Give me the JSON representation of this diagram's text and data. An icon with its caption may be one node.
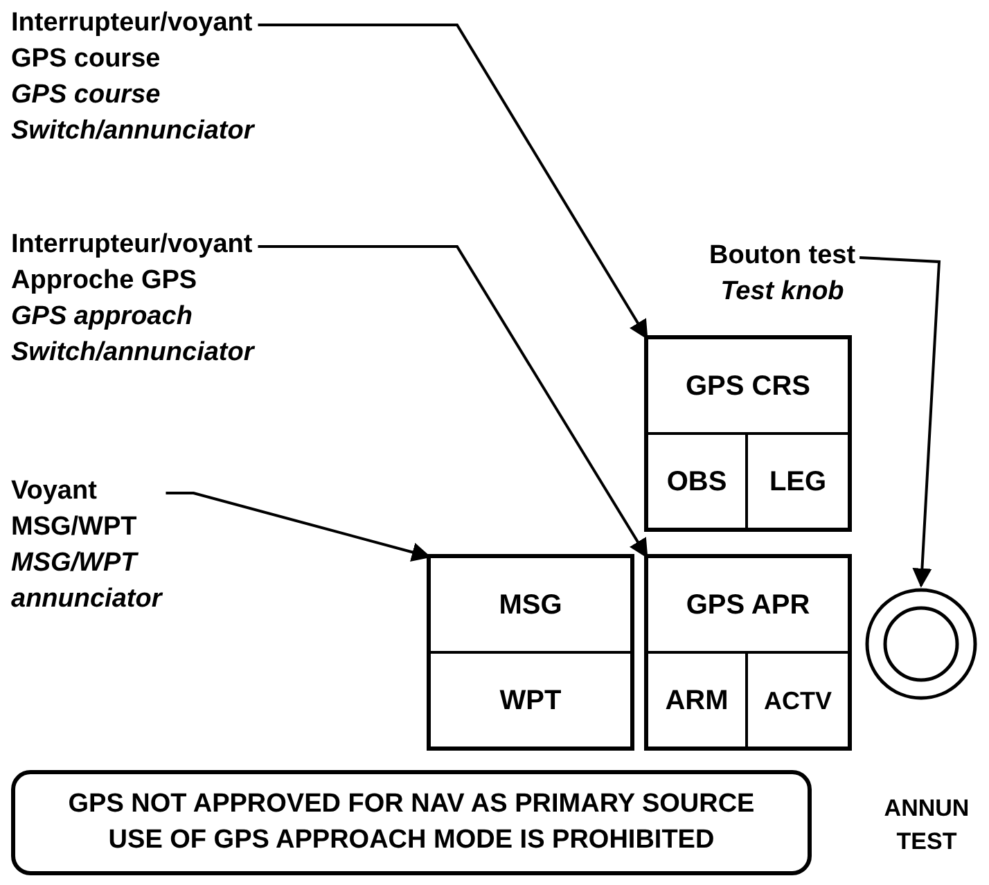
{
  "diagram": {
    "nodes": [
      {
        "text": [
          "Interrupteur/voyant",
          "GPS course",
          "GPS course",
          "Switch/annunciator"
        ]
      },
      {
        "text": [
          "Interrupteur/voyant",
          "Approche GPS",
          "GPS approach",
          "Switch/annunciator"
        ]
      },
      {
        "text": [
          "Voyant",
          "MSG/WPT",
          "MSG/WPT",
          "annunciator"
        ]
      },
      {
        "text": [
          "Bouton test",
          "Test knob"
        ]
      },
      {
        "text": [],
        "shape": "box"
      },
      {
        "text": [
          "GPS CRS"
        ],
        "in": 4
      },
      {
        "text": [
          "OBS"
        ],
        "in": 4
      },
      {
        "text": [
          "LEG"
        ],
        "in": 4
      },
      {
        "text": [],
        "shape": "box"
      },
      {
        "text": [
          "MSG"
        ],
        "in": 8
      },
      {
        "text": [
          "WPT"
        ],
        "in": 8
      },
      {
        "text": [],
        "shape": "box"
      },
      {
        "text": [
          "GPS APR"
        ],
        "in": 11
      },
      {
        "text": [
          "ARM"
        ],
        "in": 11
      },
      {
        "text": [
          "ACTV"
        ],
        "in": 11
      },
      {
        "text": [],
        "shape": "circle"
      },
      {
        "text": [
          "GPS NOT APPROVED FOR NAV AS PRIMARY SOURCE",
          "USE OF GPS APPROACH MODE IS PROHIBITED"
        ]
      }
    ],
    "edges": [
      {
        "from": 0,
        "to": 5,
        "arrow": "to"
      },
      {
        "from": 1,
        "to": 12,
        "arrow": "to"
      },
      {
        "from": 2,
        "to": 9,
        "arrow": "to"
      },
      {
        "from": 3,
        "to": 15,
        "arrow": "to"
      }
    ],
    "labels": [
      "ANNUN TEST"
    ]
  }
}
